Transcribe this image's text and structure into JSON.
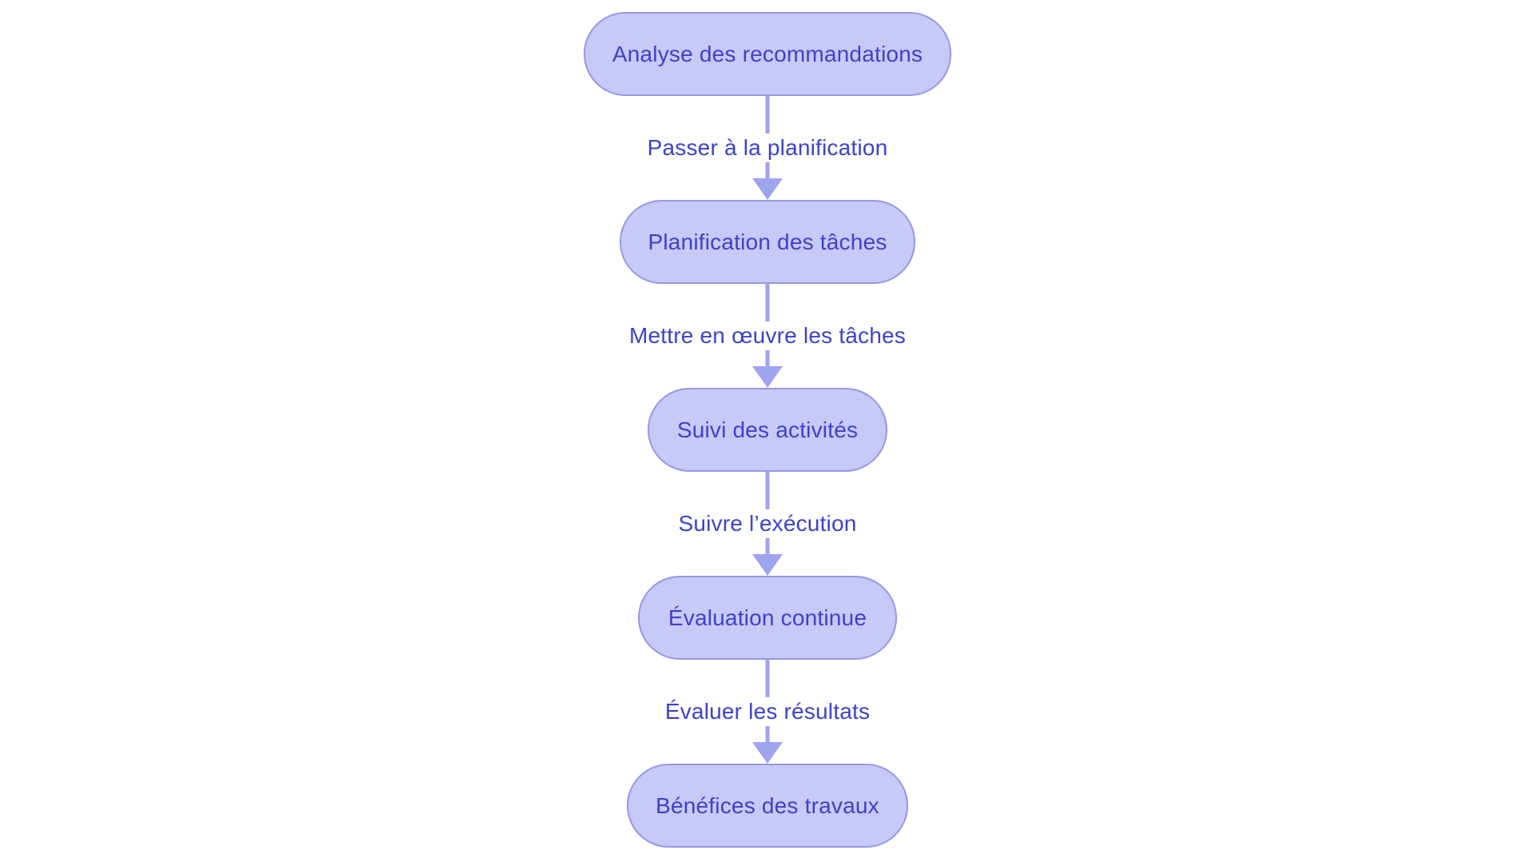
{
  "flowchart": {
    "nodes": [
      {
        "label": "Analyse des recommandations"
      },
      {
        "label": "Planification des tâches"
      },
      {
        "label": "Suivi des activités"
      },
      {
        "label": "Évaluation continue"
      },
      {
        "label": "Bénéfices des travaux"
      }
    ],
    "edges": [
      {
        "label": "Passer à la planification"
      },
      {
        "label": "Mettre en œuvre les tâches"
      },
      {
        "label": "Suivre l’exécution"
      },
      {
        "label": "Évaluer les résultats"
      }
    ],
    "colors": {
      "background": "#ffffff",
      "node_fill": "#c7c9f6",
      "node_border": "#9499e2",
      "node_text": "#3d42c8",
      "edge_stroke": "#9fa4ee",
      "edge_label_text": "#3d42c8"
    }
  }
}
